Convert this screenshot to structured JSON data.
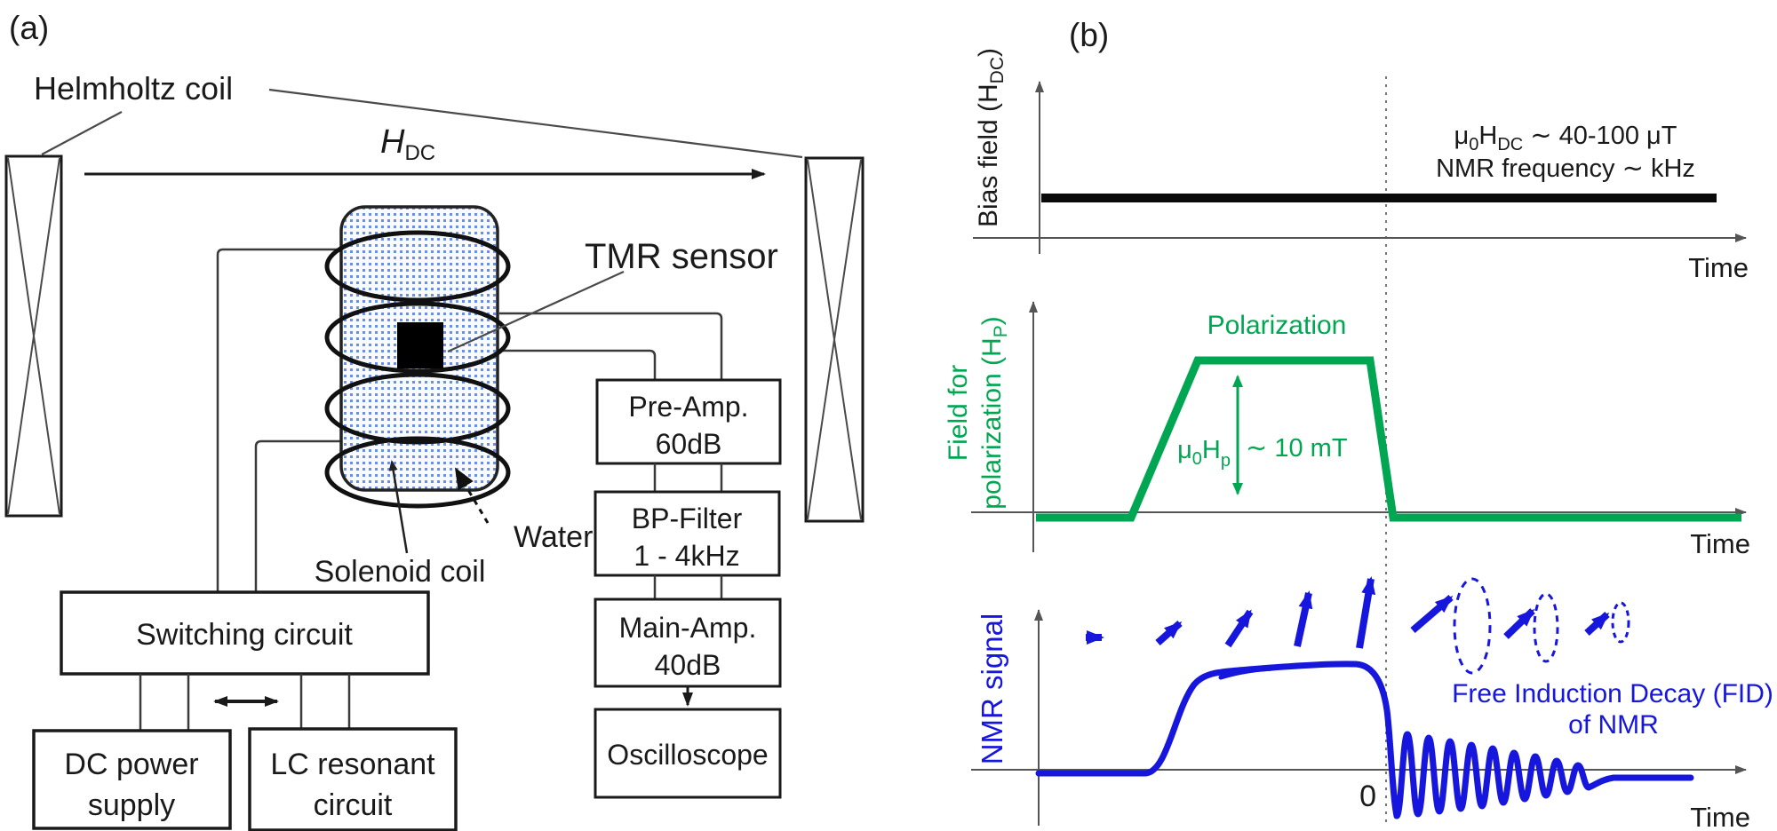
{
  "colors": {
    "line_black": "#1a1a1a",
    "axis_gray": "#555555",
    "green": "#00a651",
    "blue": "#1616dd",
    "water_dot": "#6b8fe8",
    "water_bg": "#f7faff",
    "dashed_gray": "#777777"
  },
  "panel_a": {
    "tag": "(a)",
    "helmholtz_label": "Helmholtz coil",
    "hdc_field": {
      "main": "H",
      "sub": "DC"
    },
    "tmr_label": "TMR sensor",
    "solenoid_label": "Solenoid coil",
    "water_label": "Water",
    "switching_box": "Switching circuit",
    "dc_power_box": [
      "DC power",
      "supply"
    ],
    "lc_resonant_box": [
      "LC resonant",
      "circuit"
    ],
    "pre_amp_box": [
      "Pre-Amp.",
      "60dB"
    ],
    "bp_filter_box": [
      "BP-Filter",
      "1 - 4kHz"
    ],
    "main_amp_box": [
      "Main-Amp.",
      "40dB"
    ],
    "oscilloscope_box": "Oscilloscope"
  },
  "panel_b": {
    "tag": "(b)",
    "bias_plot": {
      "ylabel_pre": "Bias field (H",
      "ylabel_sub": "DC",
      "ylabel_post": ")",
      "ann1_mu": "μ",
      "ann1_mu_sub": "0",
      "ann1_h": "H",
      "ann1_h_sub": "DC",
      "ann1_rest": " ∼ 40-100 μT",
      "ann2": "NMR frequency ∼ kHz",
      "time_label": "Time"
    },
    "polarization_plot": {
      "ylabel_line1": "Field for",
      "ylabel2_pre": "polarization (H",
      "ylabel2_sub": "P",
      "ylabel2_post": ")",
      "pulse_label": "Polarization",
      "hp_mu": "μ",
      "hp_mu_sub": "0",
      "hp_h": "H",
      "hp_h_sub": "p",
      "hp_value": "∼ 10 mT",
      "time_label": "Time"
    },
    "nmr_plot": {
      "ylabel": "NMR signal",
      "fid_label_line1": "Free Induction Decay (FID)",
      "fid_label_line2": "of NMR",
      "zero_label": "0",
      "time_label": "Time"
    }
  }
}
